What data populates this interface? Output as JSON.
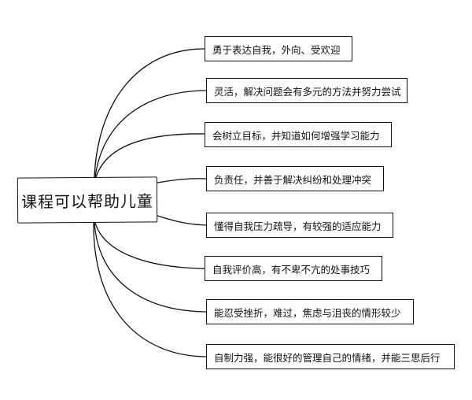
{
  "root": {
    "label": "课程可以帮助儿童"
  },
  "branches": [
    {
      "label": "勇于表达自我，外向、受欢迎"
    },
    {
      "label": "灵活，解决问题会有多元的方法并努力尝试"
    },
    {
      "label": "会树立目标，并知道如何增强学习能力"
    },
    {
      "label": "负责任，并善于解决纠纷和处理冲突"
    },
    {
      "label": "懂得自我压力疏导，有较强的适应能力"
    },
    {
      "label": "自我评价高，有不卑不亢的处事技巧"
    },
    {
      "label": "能忍受挫折，难过，焦虑与沮丧的情形较少"
    },
    {
      "label": "自制力强，能很好的管理自己的情绪，并能三思后行"
    }
  ],
  "colors": {
    "stroke": "#111111",
    "background": "#ffffff"
  }
}
